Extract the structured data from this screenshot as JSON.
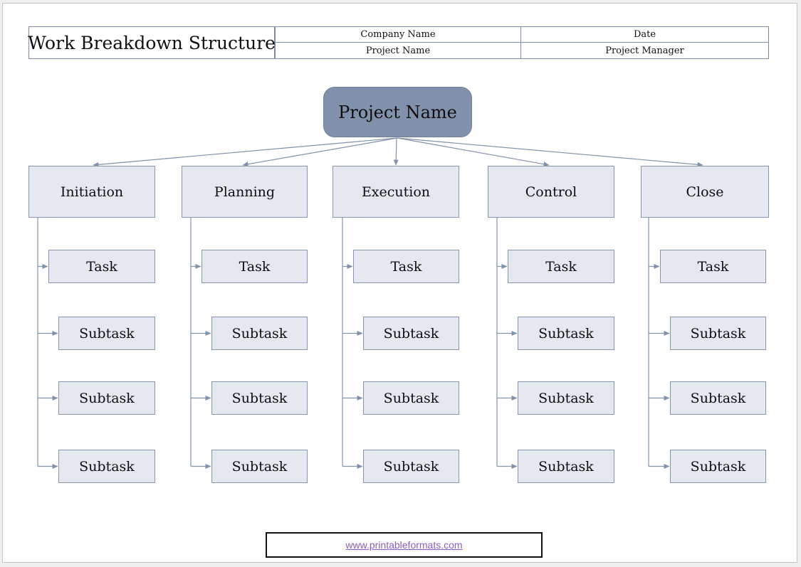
{
  "header": {
    "title": "Work Breakdown Structure",
    "table": {
      "company_label": "Company Name",
      "date_label": "Date",
      "project_label": "Project Name",
      "manager_label": "Project Manager"
    }
  },
  "diagram": {
    "root_label": "Project Name",
    "columns": [
      {
        "label": "Initiation",
        "children": [
          "Task",
          "Subtask",
          "Subtask",
          "Subtask"
        ]
      },
      {
        "label": "Planning",
        "children": [
          "Task",
          "Subtask",
          "Subtask",
          "Subtask"
        ]
      },
      {
        "label": "Execution",
        "children": [
          "Task",
          "Subtask",
          "Subtask",
          "Subtask"
        ]
      },
      {
        "label": "Control",
        "children": [
          "Task",
          "Subtask",
          "Subtask",
          "Subtask"
        ]
      },
      {
        "label": "Close",
        "children": [
          "Task",
          "Subtask",
          "Subtask",
          "Subtask"
        ]
      }
    ]
  },
  "footer": {
    "link_text": "www.printableformats.com"
  },
  "colors": {
    "root_fill": "#8191ab",
    "node_fill": "#e5e8ee",
    "node_border": "#8795ae",
    "connector": "#8392ab",
    "table_border": "#7d8da5",
    "link": "#8e5cc3"
  }
}
